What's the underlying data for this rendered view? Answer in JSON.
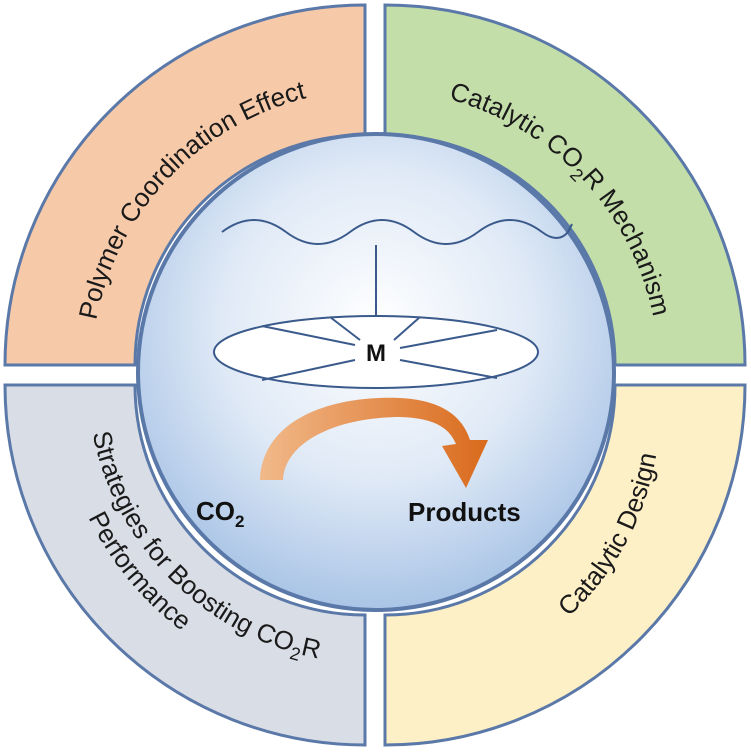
{
  "quadrants": {
    "top_left": {
      "label": "Polymer Coordination Effect",
      "color": "#f6c9a8"
    },
    "top_right": {
      "label_main": "Catalytic CO",
      "label_sub": "2",
      "label_end": "R Mechanism",
      "color": "#c4deaa"
    },
    "bottom_left": {
      "line1": "Strategies for Boosting CO",
      "line1_sub": "2",
      "line1_end": "R",
      "line2": "Performance",
      "color": "#d9dde6"
    },
    "bottom_right": {
      "label": "Catalytic Design",
      "color": "#fdefc6"
    }
  },
  "center": {
    "metal_label": "M",
    "reactant_main": "CO",
    "reactant_sub": "2",
    "product_label": "Products",
    "arrow_colors": [
      "#f1b98a",
      "#d96a1c"
    ]
  },
  "ring_outline_color": "#5a78a8"
}
